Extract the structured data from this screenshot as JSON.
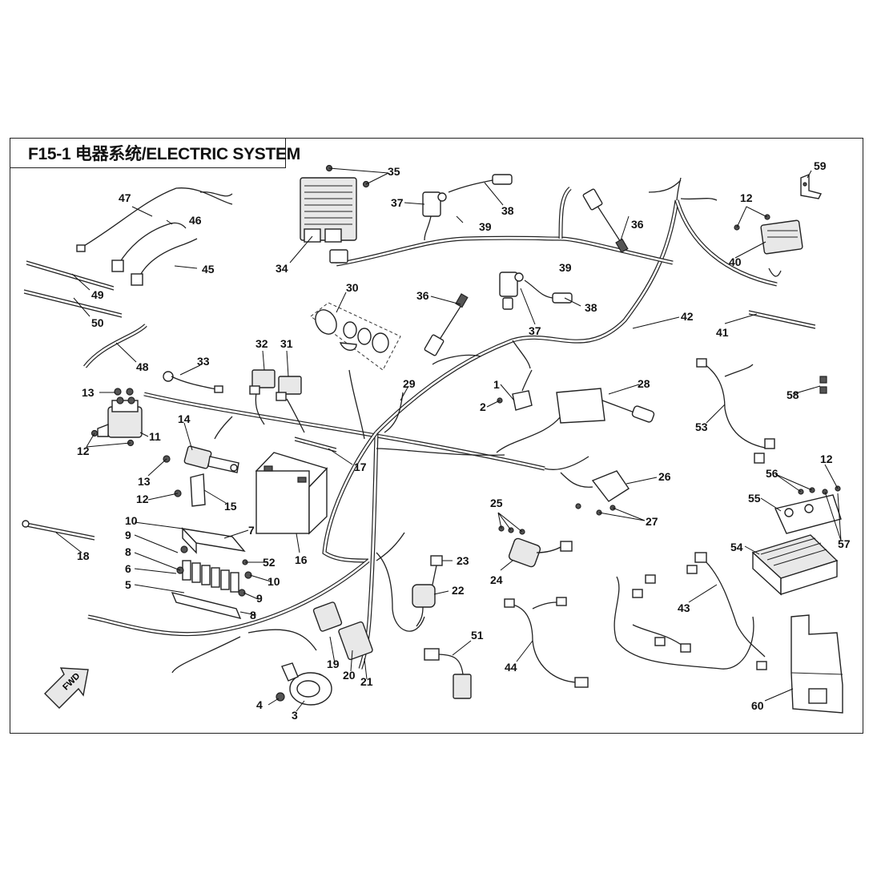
{
  "title": "F15-1 电器系统/ELECTRIC SYSTEM",
  "fwd_badge": "FWD",
  "part_labels": [
    "1",
    "2",
    "3",
    "4",
    "5",
    "6",
    "7",
    "8",
    "8",
    "9",
    "9",
    "10",
    "10",
    "11",
    "12",
    "12",
    "12",
    "12",
    "13",
    "13",
    "14",
    "15",
    "16",
    "17",
    "18",
    "19",
    "20",
    "21",
    "22",
    "23",
    "24",
    "25",
    "26",
    "27",
    "28",
    "29",
    "30",
    "31",
    "32",
    "33",
    "34",
    "35",
    "36",
    "36",
    "37",
    "37",
    "38",
    "38",
    "39",
    "39",
    "40",
    "41",
    "42",
    "43",
    "44",
    "45",
    "46",
    "47",
    "48",
    "49",
    "50",
    "51",
    "52",
    "53",
    "54",
    "55",
    "56",
    "57",
    "58",
    "59",
    "60"
  ]
}
